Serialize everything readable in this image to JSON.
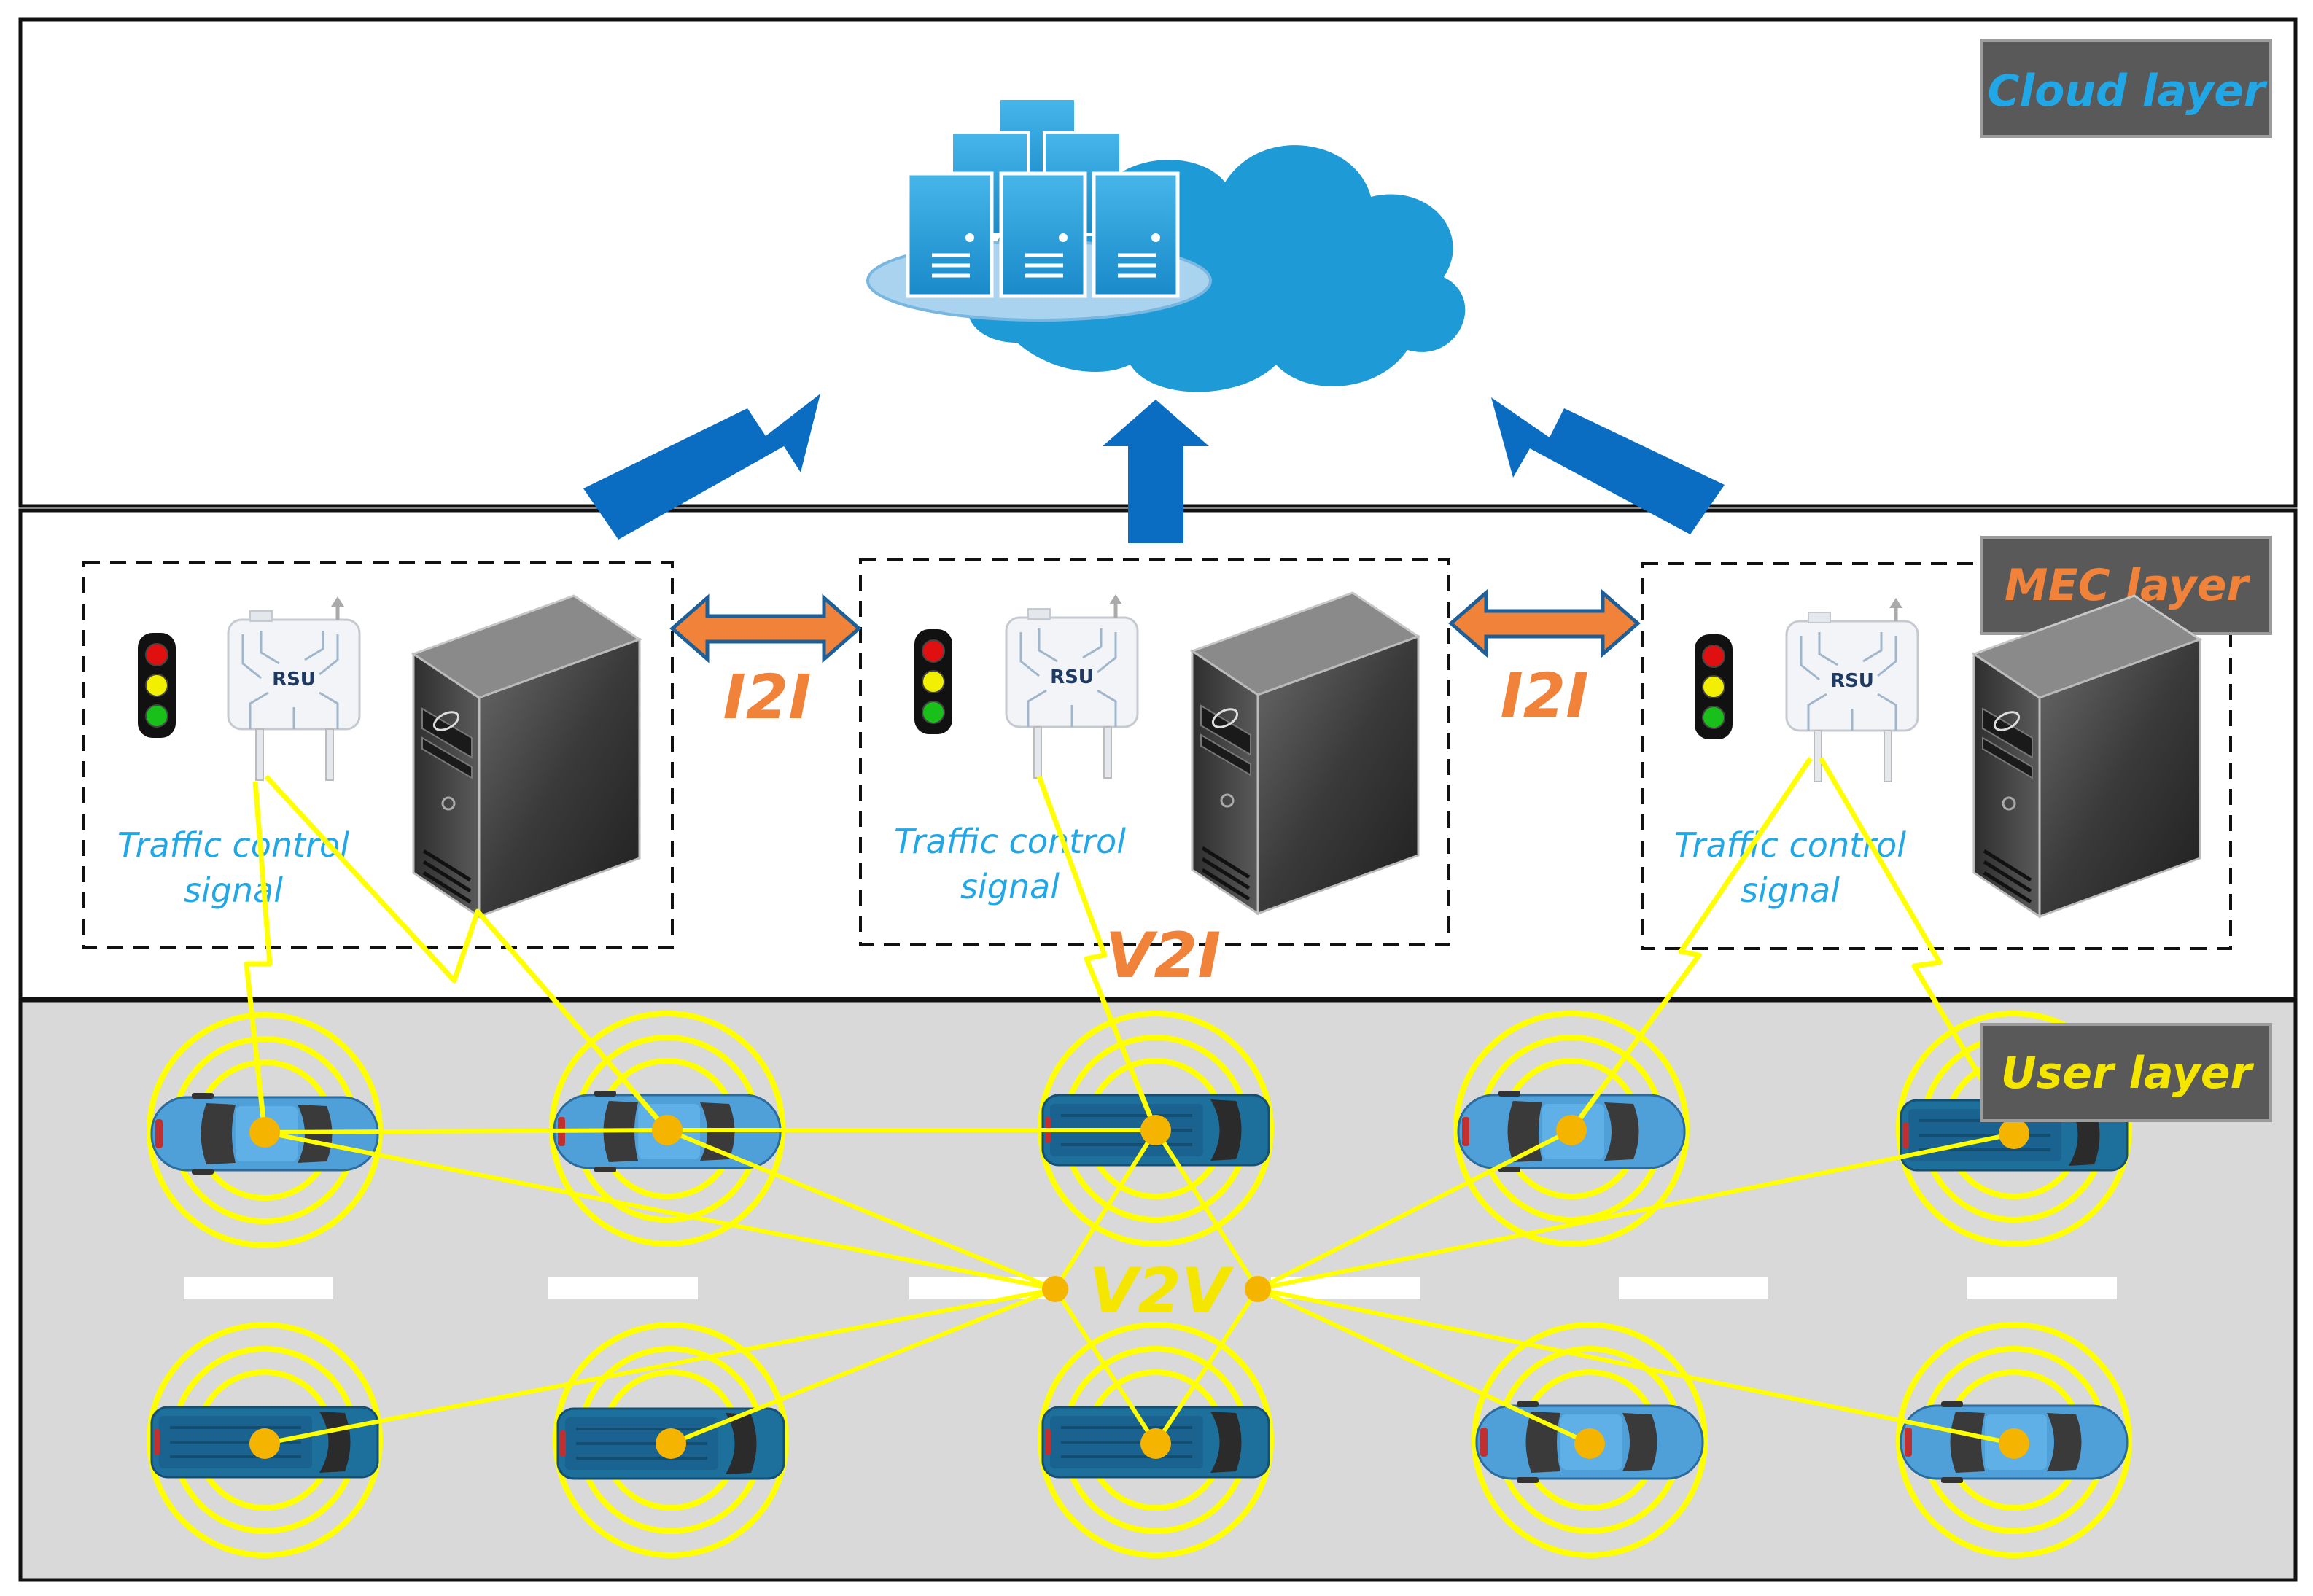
{
  "layers": {
    "cloud": {
      "label": "Cloud layer",
      "label_color": "#22a7e6"
    },
    "mec": {
      "label": "MEC layer",
      "label_color": "#f0823a"
    },
    "user": {
      "label": "User layer",
      "label_color": "#f5e600"
    }
  },
  "label_box_color": "#595959",
  "mec_units": [
    {
      "rsu_label": "RSU",
      "signal_line1": "Traffic control",
      "signal_line2": "signal"
    },
    {
      "rsu_label": "RSU",
      "signal_line1": "Traffic control",
      "signal_line2": "signal"
    },
    {
      "rsu_label": "RSU",
      "signal_line1": "Traffic control",
      "signal_line2": "signal"
    }
  ],
  "links": {
    "i2i_1": "I2I",
    "i2i_2": "I2I",
    "v2i": "V2I",
    "v2v": "V2V"
  },
  "colors": {
    "cloud": "#1e9ad6",
    "uplink_arrow": "#0a6dc2",
    "i2i_arrow": "#f0823a",
    "radio": "#ffff00",
    "vehicle_hub": "#f5b400",
    "road": "#d9d9d9",
    "signal_text": "#22a7e6",
    "link_text": "#f0823a"
  }
}
